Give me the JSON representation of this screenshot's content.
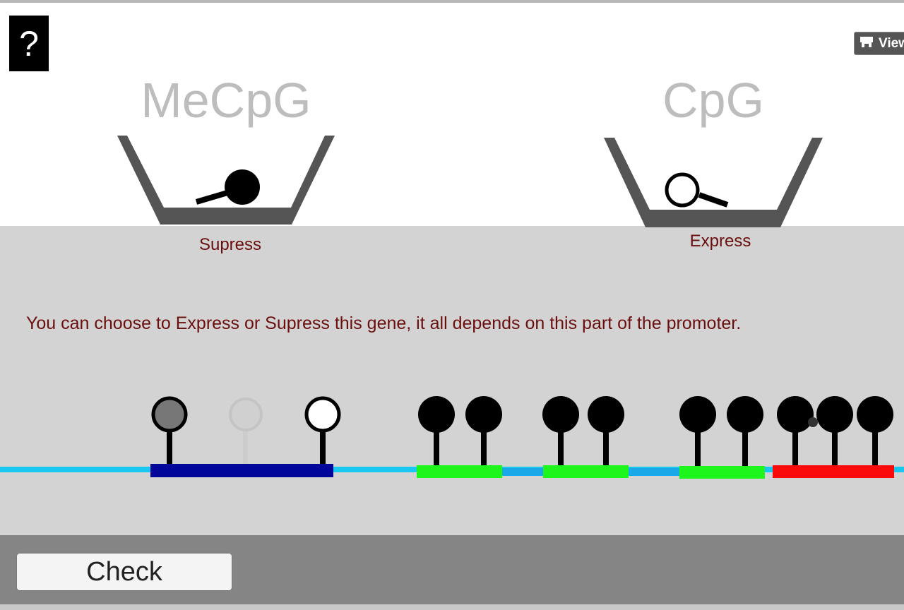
{
  "help": {
    "label": "?"
  },
  "view": {
    "label": "View"
  },
  "bins": {
    "mecpg": {
      "title": "MeCpG",
      "label": "Supress"
    },
    "cpg": {
      "title": "CpG",
      "label": "Express"
    }
  },
  "instruction": "You can choose to Express or Supress this gene, it all depends on this part of the promoter.",
  "check": {
    "label": "Check"
  },
  "colors": {
    "strand": "#19c8f0",
    "blue_segment": "#00069a",
    "green_segment": "#1df51d",
    "red_segment": "#fb0a0a",
    "bin": "#555555",
    "text": "#6b0e0e"
  }
}
